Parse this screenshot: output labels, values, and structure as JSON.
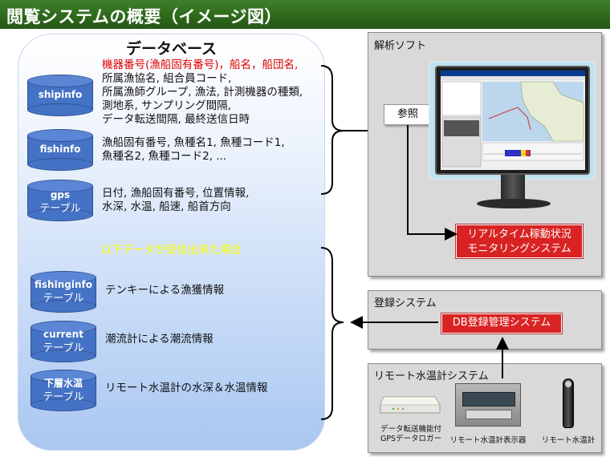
{
  "title": "閲覧システムの概要（イメージ図）",
  "database": {
    "title": "データベース",
    "tables": [
      {
        "name": "shipinfo",
        "sub": ""
      },
      {
        "name": "fishinfo",
        "sub": ""
      },
      {
        "name": "gps",
        "sub": "テーブル"
      },
      {
        "name": "fishinginfo",
        "sub": "テーブル"
      },
      {
        "name": "current",
        "sub": "テーブル"
      },
      {
        "name": "下層水温",
        "sub": "テーブル"
      }
    ],
    "shipinfo_fields": {
      "line1": "機器番号(漁船固有番号)，船名，船団名,",
      "line2": "所属漁協名, 組合員コード,",
      "line3": "所属漁師グループ, 漁法, 計測機器の種類,",
      "line4": "測地系, サンプリング間隔,",
      "line5": "データ転送間隔, 最終送信日時"
    },
    "fishinfo_fields": {
      "line1": "漁船固有番号, 魚種名1, 魚種コード1,",
      "line2": "魚種名2, 魚種コード2, ..."
    },
    "gps_fields": {
      "line1": "日付, 漁船固有番号, 位置情報,",
      "line2": "水深, 水温, 船速, 船首方向"
    },
    "condition": "以下データが受信出来た場合",
    "fishinginfo_desc": "テンキーによる漁獲情報",
    "current_desc": "潮流計による潮流情報",
    "lower_temp_desc": "リモート水温計の水深＆水温情報"
  },
  "analysis": {
    "title": "解析ソフト",
    "reference": "参照",
    "system_line1": "リアルタイム稼動状況",
    "system_line2": "モニタリングシステム"
  },
  "registration": {
    "title": "登録システム",
    "button": "DB登録管理システム"
  },
  "remote": {
    "title": "リモート水温計システム",
    "device1_line1": "データ転送機能付",
    "device1_line2": "GPSデータロガー",
    "device2": "リモート水温計表示器",
    "device3": "リモート水温計"
  }
}
